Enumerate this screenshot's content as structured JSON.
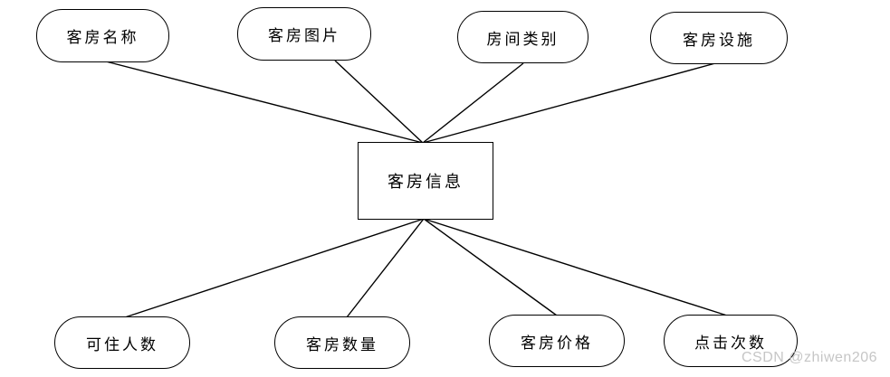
{
  "diagram": {
    "entity": {
      "label": "客房信息"
    },
    "top_attributes": [
      {
        "label": "客房名称"
      },
      {
        "label": "客房图片"
      },
      {
        "label": "房间类别"
      },
      {
        "label": "客房设施"
      }
    ],
    "bottom_attributes": [
      {
        "label": "可住人数"
      },
      {
        "label": "客房数量"
      },
      {
        "label": "客房价格"
      },
      {
        "label": "点击次数"
      }
    ],
    "watermark": "CSDN @zhiwen206",
    "colors": {
      "stroke": "#000000",
      "background": "#ffffff",
      "watermark": "#c6c6c6"
    }
  }
}
